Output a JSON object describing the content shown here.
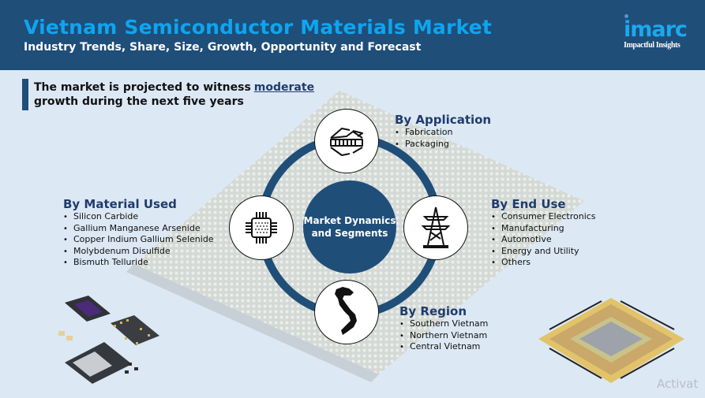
{
  "header": {
    "title": "Vietnam Semiconductor Materials Market",
    "subtitle": "Industry Trends, Share, Size, Growth, Opportunity and Forecast",
    "logo": {
      "brand": "imarc",
      "tagline": "Impactful Insights"
    }
  },
  "lead": {
    "text_before": "The market is projected to witness",
    "highlight": "moderate",
    "text_after": "growth during the next five years"
  },
  "hub": {
    "center_label_line1": "Market Dynamics",
    "center_label_line2": "and Segments"
  },
  "segments": {
    "application": {
      "title": "By Application",
      "icon": "layered-material-icon",
      "items": [
        "Fabrication",
        "Packaging"
      ]
    },
    "material": {
      "title": "By Material Used",
      "icon": "microchip-icon",
      "items": [
        "Silicon Carbide",
        "Gallium Manganese Arsenide",
        "Copper Indium Gallium Selenide",
        "Molybdenum Disulfide",
        "Bismuth Telluride"
      ]
    },
    "end_use": {
      "title": "By End Use",
      "icon": "power-tower-icon",
      "items": [
        "Consumer Electronics",
        "Manufacturing",
        "Automotive",
        "Energy and Utility",
        "Others"
      ]
    },
    "region": {
      "title": "By Region",
      "icon": "vietnam-map-icon",
      "items": [
        "Southern Vietnam",
        "Northern Vietnam",
        "Central Vietnam"
      ]
    }
  },
  "colors": {
    "header_bg": "#1f4e79",
    "title": "#0ea5ee",
    "accent": "#1f4e79",
    "segment_title": "#1f3c6e",
    "page_bg": "#dce8f4"
  },
  "watermark": "Activat"
}
